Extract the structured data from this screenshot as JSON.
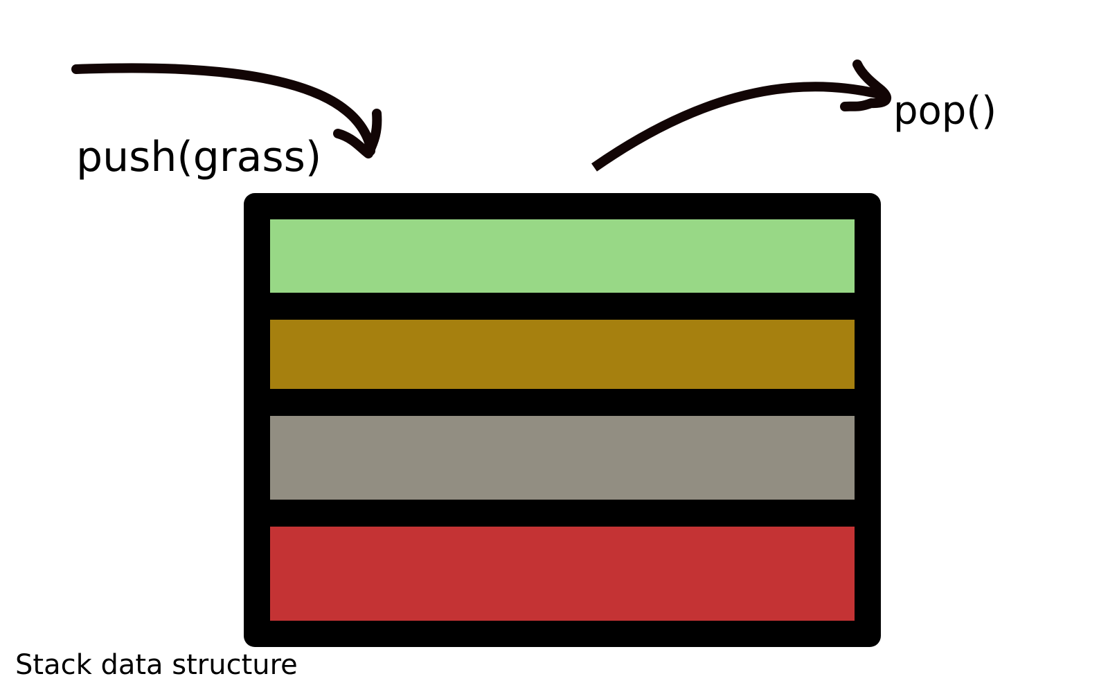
{
  "operations": {
    "push_label": "push(grass)",
    "pop_label": "pop()"
  },
  "caption": "Stack data structure",
  "stack": {
    "items": [
      {
        "color": "#98d886"
      },
      {
        "color": "#a6800f"
      },
      {
        "color": "#928e82"
      },
      {
        "color": "#c43334"
      }
    ],
    "frame_color": "#000000"
  },
  "arrows": {
    "color": "#120505"
  }
}
